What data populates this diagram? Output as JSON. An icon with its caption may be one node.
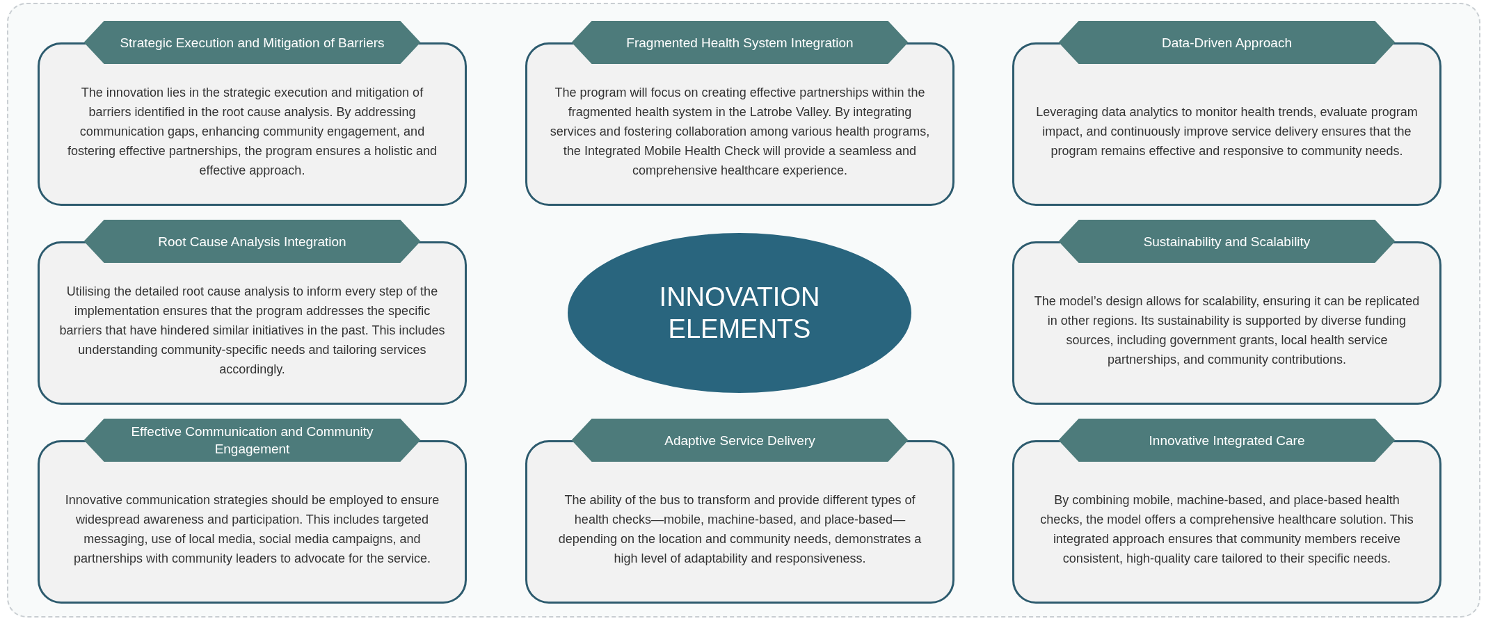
{
  "diagram": {
    "nodes": [
      {
        "text": [
          "Strategic Execution and Mitigation of Barriers",
          "The innovation lies in the strategic execution and mitigation of barriers identified in the root cause analysis. By addressing communication gaps, enhancing community engagement, and fostering effective partnerships, the program ensures a holistic and effective approach."
        ]
      },
      {
        "text": [
          "Fragmented Health System Integration",
          "The program will focus on creating effective partnerships within the fragmented health system in the Latrobe Valley. By integrating services and fostering collaboration among various health programs, the Integrated Mobile Health Check will provide a seamless and comprehensive healthcare experience."
        ]
      },
      {
        "text": [
          "Data-Driven Approach",
          "Leveraging data analytics to monitor health trends, evaluate program impact, and continuously improve service delivery ensures that the program remains effective and responsive to community needs."
        ]
      },
      {
        "text": [
          "Root Cause Analysis Integration",
          "Utilising the detailed root cause analysis to inform every step of the implementation ensures that the program addresses the specific barriers that have hindered similar initiatives in the past. This includes understanding community-specific needs and tailoring services accordingly."
        ]
      },
      {
        "text": [
          "INNOVATION ELEMENTS"
        ]
      },
      {
        "text": [
          "Sustainability and Scalability",
          "The model’s design allows for scalability, ensuring it can be replicated in other regions. Its sustainability is supported by diverse funding sources, including government grants, local health service partnerships, and community contributions."
        ]
      },
      {
        "text": [
          "Effective Communication and Community Engagement",
          "Innovative communication strategies should be employed to ensure widespread awareness and participation. This includes targeted messaging, use of local media, social media campaigns, and partnerships with community leaders to advocate for the service."
        ]
      },
      {
        "text": [
          "Adaptive Service Delivery",
          "The ability of the bus to transform and provide different types of health checks—mobile, machine-based, and place-based—depending on the location and community needs, demonstrates a high level of adaptability and responsiveness."
        ]
      },
      {
        "text": [
          "Innovative Integrated Care",
          "By combining mobile, machine-based, and place-based health checks, the model offers a comprehensive healthcare solution. This integrated approach ensures that community members receive consistent, high-quality care tailored to their specific needs."
        ]
      }
    ],
    "edges": []
  }
}
